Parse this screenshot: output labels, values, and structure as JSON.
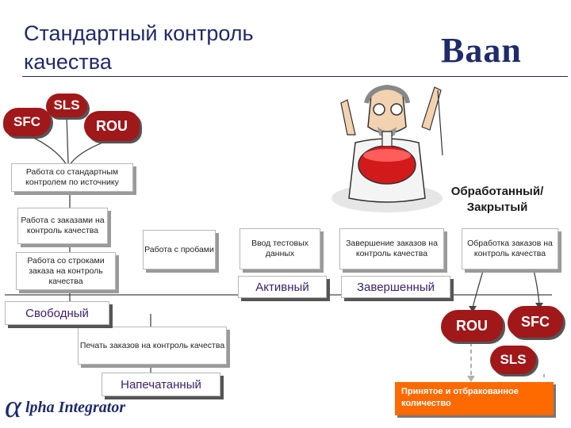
{
  "header": {
    "title_line1": "Стандартный контроль",
    "title_line2": "качества",
    "logo": "Baan"
  },
  "blobs": {
    "top_sls": "SLS",
    "top_sfc": "SFC",
    "top_rou": "ROU",
    "bottom_rou": "ROU",
    "bottom_sfc": "SFC",
    "bottom_sls": "SLS"
  },
  "boxes": {
    "source_control": "Работа со стандартным контролем по источнику",
    "qc_orders": "Работа с заказами на контроль качества",
    "order_lines": "Работа со строками заказа на контроль качества",
    "samples": "Работа с пробами",
    "test_data": "Ввод тестовых данных",
    "complete_orders": "Завершение заказов на контроль качества",
    "process_orders": "Обработка заказов на контроль качества",
    "print_orders": "Печать заказов на контроль качества"
  },
  "states": {
    "free": "Свободный",
    "printed": "Напечатанный",
    "active": "Активный",
    "completed": "Завершенный",
    "processed_closed": "Обработанный/ Закрытый"
  },
  "result_box": "Принятое и отбракованное количество",
  "footer_logo": "Alpha Integrator",
  "colors": {
    "title": "#1f2a6b",
    "blob": "#a01819",
    "state_text": "#3a1f6b",
    "result_box": "#ff6a00",
    "arrow_dashed": "#b0b0b0"
  }
}
